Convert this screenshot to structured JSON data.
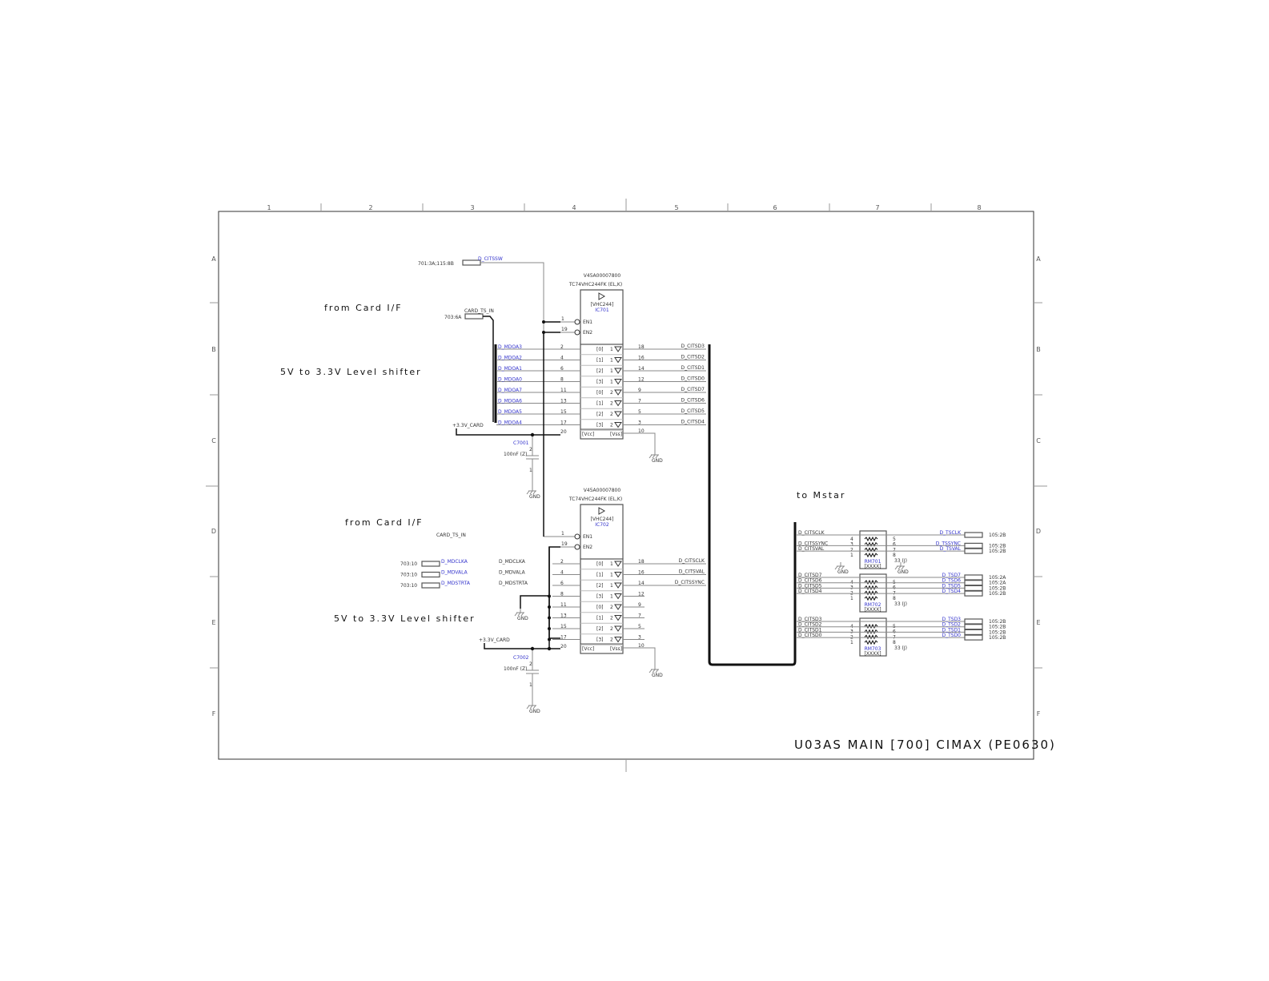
{
  "frame": {
    "columns": [
      "1",
      "2",
      "3",
      "4",
      "5",
      "6",
      "7",
      "8"
    ],
    "rows": [
      "A",
      "B",
      "C",
      "D",
      "E",
      "F"
    ]
  },
  "title": "U03AS MAIN [700] CIMAX (PE0630)",
  "notes": {
    "from_card_1": "from Card I/F",
    "shifter_1": "5V to 3.3V Level shifter",
    "from_card_2": "from Card I/F",
    "shifter_2": "5V to 3.3V Level shifter",
    "to_mstar": "to Mstar"
  },
  "ports": {
    "citssw_ref": "701:3A;115:8B",
    "citssw_net": "D_CITSSW",
    "card_ts_in_ref": "703:6A",
    "card_ts_in_net": "CARD_TS_IN",
    "card_ts_in_2": "CARD_TS_IN",
    "power1": "+3.3V_CARD",
    "power2": "+3.3V_CARD",
    "gnd": "GND"
  },
  "ic701": {
    "part": "V45A00007800",
    "model": "TC74VHC244FK (EL,K)",
    "type": "[VHC244]",
    "ref": "IC701",
    "en": [
      {
        "pin": "1",
        "label": "EN1"
      },
      {
        "pin": "19",
        "label": "EN2"
      }
    ],
    "rows": [
      {
        "in": "D_MDOA3",
        "ip": "2",
        "idx": "[0]",
        "g": "1",
        "op": "18",
        "out": "D_CITSD3"
      },
      {
        "in": "D_MDOA2",
        "ip": "4",
        "idx": "[1]",
        "g": "1",
        "op": "16",
        "out": "D_CITSD2"
      },
      {
        "in": "D_MDOA1",
        "ip": "6",
        "idx": "[2]",
        "g": "1",
        "op": "14",
        "out": "D_CITSD1"
      },
      {
        "in": "D_MDOA0",
        "ip": "8",
        "idx": "[3]",
        "g": "1",
        "op": "12",
        "out": "D_CITSD0"
      },
      {
        "in": "D_MDOA7",
        "ip": "11",
        "idx": "[0]",
        "g": "2",
        "op": "9",
        "out": "D_CITSD7"
      },
      {
        "in": "D_MDOA6",
        "ip": "13",
        "idx": "[1]",
        "g": "2",
        "op": "7",
        "out": "D_CITSD6"
      },
      {
        "in": "D_MDOA5",
        "ip": "15",
        "idx": "[2]",
        "g": "2",
        "op": "5",
        "out": "D_CITSD5"
      },
      {
        "in": "D_MDOA4",
        "ip": "17",
        "idx": "[3]",
        "g": "2",
        "op": "3",
        "out": "D_CITSD4"
      }
    ],
    "vcc_pin": "20",
    "vcc": "[Vcc]",
    "vss": "[Vss]",
    "vss_pin": "10",
    "cap": {
      "ref": "C7001",
      "value": "100nF (Z)",
      "p2": "2",
      "p1": "1"
    }
  },
  "ic702": {
    "part": "V45A00007800",
    "model": "TC74VHC244FK (EL,K)",
    "type": "[VHC244]",
    "ref": "IC702",
    "en": [
      {
        "pin": "1",
        "label": "EN1"
      },
      {
        "pin": "19",
        "label": "EN2"
      }
    ],
    "rows": [
      {
        "ref": "703:10",
        "in": "D_MDCLKA",
        "mid": "D_MDCLKA",
        "ip": "2",
        "idx": "[0]",
        "g": "1",
        "op": "18",
        "out": "D_CITSCLK"
      },
      {
        "ref": "703:10",
        "in": "D_MDVALA",
        "mid": "D_MDVALA",
        "ip": "4",
        "idx": "[1]",
        "g": "1",
        "op": "16",
        "out": "D_CITSVAL"
      },
      {
        "ref": "703:10",
        "in": "D_MDSTRTA",
        "mid": "D_MDSTRTA",
        "ip": "6",
        "idx": "[2]",
        "g": "1",
        "op": "14",
        "out": "D_CITSSYNC"
      },
      {
        "ip": "8",
        "idx": "[3]",
        "g": "1",
        "op": "12"
      },
      {
        "ip": "11",
        "idx": "[0]",
        "g": "2",
        "op": "9"
      },
      {
        "ip": "13",
        "idx": "[1]",
        "g": "2",
        "op": "7"
      },
      {
        "ip": "15",
        "idx": "[2]",
        "g": "2",
        "op": "5"
      },
      {
        "ip": "17",
        "idx": "[3]",
        "g": "2",
        "op": "3"
      }
    ],
    "vcc_pin": "20",
    "vcc": "[Vcc]",
    "vss": "[Vss]",
    "vss_pin": "10",
    "cap": {
      "ref": "C7002",
      "value": "100nF (Z)",
      "p2": "2",
      "p1": "1"
    }
  },
  "rnets": [
    {
      "ref": "RM701",
      "type": "[XXXX]",
      "value": "33 (J)",
      "lines": [
        {
          "in": "D_CITSCLK",
          "lp": "4",
          "rp": "5",
          "out": "D_TSCLK",
          "dest": "105:2B"
        },
        {
          "in": "D_CITSSYNC",
          "lp": "3",
          "rp": "6",
          "out": "D_TSSYNC",
          "dest": "105:2B"
        },
        {
          "in": "D_CITSVAL",
          "lp": "2",
          "rp": "7",
          "out": "D_TSVAL",
          "dest": "105:2B"
        },
        {
          "lp": "1",
          "rp": "8"
        }
      ]
    },
    {
      "ref": "RM702",
      "type": "[XXXX]",
      "value": "33 (J)",
      "lines": [
        {
          "in": "D_CITSD7",
          "lp": "4",
          "rp": "5",
          "out": "D_TSD7",
          "dest": "105:2A"
        },
        {
          "in": "D_CITSD6",
          "lp": "3",
          "rp": "6",
          "out": "D_TSD6",
          "dest": "105:2A"
        },
        {
          "in": "D_CITSD5",
          "lp": "2",
          "rp": "7",
          "out": "D_TSD5",
          "dest": "105:2B"
        },
        {
          "in": "D_CITSD4",
          "lp": "1",
          "rp": "8",
          "out": "D_TSD4",
          "dest": "105:2B"
        }
      ]
    },
    {
      "ref": "RM703",
      "type": "[XXXX]",
      "value": "33 (J)",
      "lines": [
        {
          "in": "D_CITSD3",
          "lp": "4",
          "rp": "5",
          "out": "D_TSD3",
          "dest": "105:2B"
        },
        {
          "in": "D_CITSD2",
          "lp": "3",
          "rp": "6",
          "out": "D_TSD2",
          "dest": "105:2B"
        },
        {
          "in": "D_CITSD1",
          "lp": "2",
          "rp": "7",
          "out": "D_TSD1",
          "dest": "105:2B"
        },
        {
          "in": "D_CITSD0",
          "lp": "1",
          "rp": "8",
          "out": "D_TSD0",
          "dest": "105:2B"
        }
      ]
    }
  ]
}
